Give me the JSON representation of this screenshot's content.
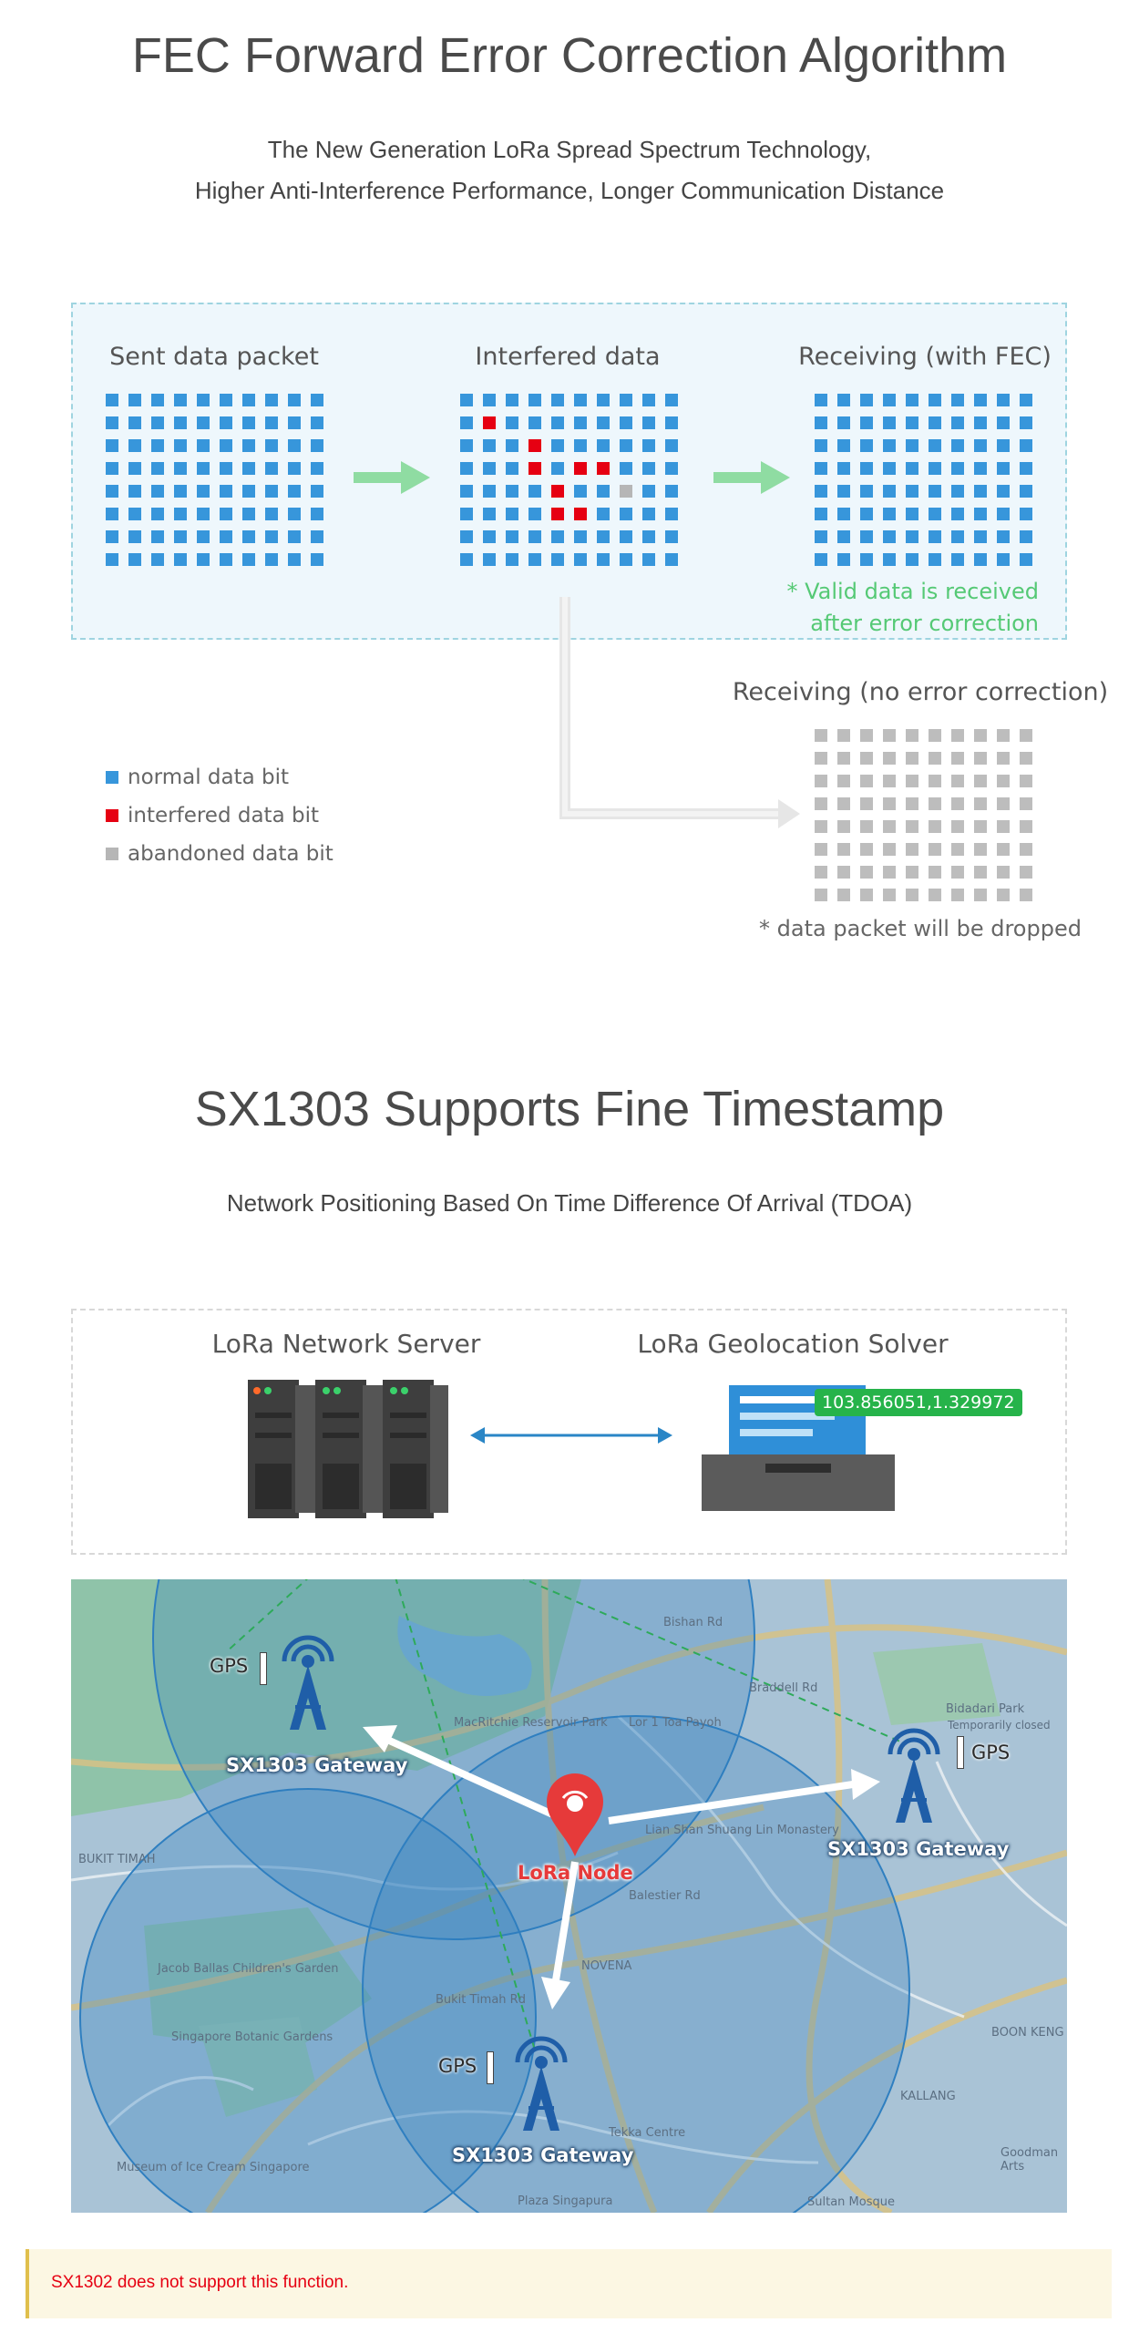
{
  "fec": {
    "title": "FEC Forward Error Correction Algorithm",
    "subtitle_line1": "The New Generation LoRa Spread Spectrum Technology,",
    "subtitle_line2": "Higher Anti-Interference Performance, Longer Communication Distance",
    "sent_label": "Sent data packet",
    "interfered_label": "Interfered data",
    "receiving_fec_label": "Receiving (with FEC)",
    "valid_note_line1": "* Valid data is received",
    "valid_note_line2": "after error correction",
    "receiving_no_ec_label": "Receiving (no error correction)",
    "dropped_note": "* data packet will be dropped",
    "legend": [
      {
        "label": "normal data bit",
        "color": "#3796db"
      },
      {
        "label": "interfered data bit",
        "color": "#e60012"
      },
      {
        "label": "abandoned data bit",
        "color": "#b6b6b6"
      }
    ],
    "grid": {
      "rows": 8,
      "cols": 10
    },
    "interfered_cells_red": [
      [
        1,
        1
      ],
      [
        2,
        3
      ],
      [
        3,
        3
      ],
      [
        3,
        5
      ],
      [
        3,
        6
      ],
      [
        4,
        4
      ],
      [
        5,
        4
      ],
      [
        5,
        5
      ]
    ],
    "interfered_cells_gray": [
      [
        4,
        7
      ]
    ],
    "colors": {
      "bit_blue": "#3796db",
      "bit_red": "#e60012",
      "bit_gray": "#b6b6b6",
      "arrow_green": "#8fdca2",
      "note_green": "#55c975"
    }
  },
  "tdoa": {
    "title": "SX1303 Supports Fine Timestamp",
    "subtitle": "Network Positioning Based On Time Difference Of Arrival (TDOA)",
    "server_label": "LoRa Network Server",
    "solver_label": "LoRa Geolocation Solver",
    "coordinates": "103.856051,1.329972",
    "gateways": [
      {
        "label": "SX1303 Gateway",
        "gps": "GPS"
      },
      {
        "label": "SX1303 Gateway",
        "gps": "GPS"
      },
      {
        "label": "SX1303 Gateway",
        "gps": "GPS"
      }
    ],
    "node_label": "LoRa Node",
    "map_places": [
      "MacRitchie Reservoir Park",
      "Bidadari Park",
      "Temporarily closed",
      "Lian Shan Shuang Lin Monastery",
      "BUKIT TIMAH",
      "Jacob Ballas Children's Garden",
      "NOVENA",
      "Singapore Botanic Gardens",
      "Tekka Centre",
      "BOON KENG",
      "KALLANG",
      "Museum of Ice Cream Singapore",
      "Plaza Singapura",
      "Sultan Mosque",
      "Goodman Arts",
      "Balestier Rd",
      "Bukit Timah Rd",
      "Lor 1 Toa Payoh",
      "Braddell Rd",
      "Bishan Rd"
    ],
    "colors": {
      "link_green": "#2eaa5a",
      "arrow_blue": "#2a86c6",
      "node_red": "#e63a3a",
      "coverage": "#2f7fc0"
    }
  },
  "notice": {
    "text": "SX1302 does not support this function."
  }
}
